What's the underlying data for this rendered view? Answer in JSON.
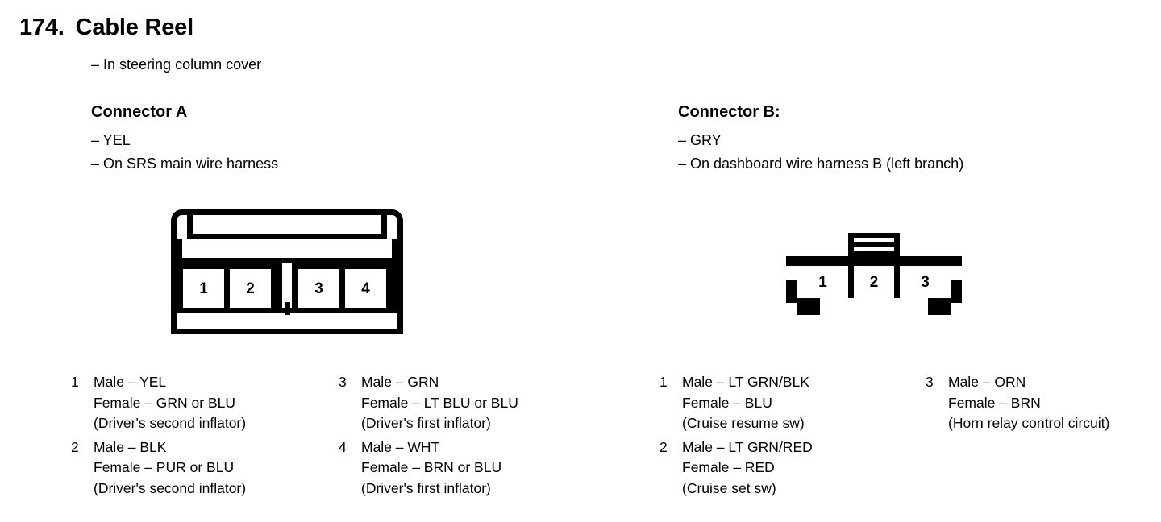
{
  "page": {
    "number": "174.",
    "title": "Cable Reel",
    "subtitle": "– In steering column cover"
  },
  "connector_a": {
    "heading": "Connector A",
    "notes": [
      "– YEL",
      "– On SRS main wire harness"
    ],
    "cavities": [
      "1",
      "2",
      "3",
      "4"
    ],
    "pins": [
      {
        "number": "1",
        "male": "Male – YEL",
        "female": "Female – GRN or BLU",
        "circuit": "(Driver's second inflator)"
      },
      {
        "number": "2",
        "male": "Male – BLK",
        "female": "Female – PUR or BLU",
        "circuit": "(Driver's second inflator)"
      },
      {
        "number": "3",
        "male": "Male – GRN",
        "female": "Female – LT BLU or BLU",
        "circuit": "(Driver's first inflator)"
      },
      {
        "number": "4",
        "male": "Male – WHT",
        "female": "Female – BRN or BLU",
        "circuit": "(Driver's first inflator)"
      }
    ]
  },
  "connector_b": {
    "heading": "Connector B:",
    "notes": [
      "– GRY",
      "– On dashboard wire harness B (left branch)"
    ],
    "cavities": [
      "1",
      "2",
      "3"
    ],
    "pins": [
      {
        "number": "1",
        "male": "Male – LT GRN/BLK",
        "female": "Female – BLU",
        "circuit": "(Cruise resume sw)"
      },
      {
        "number": "2",
        "male": "Male – LT GRN/RED",
        "female": "Female – RED",
        "circuit": "(Cruise set sw)"
      },
      {
        "number": "3",
        "male": "Male – ORN",
        "female": "Female – BRN",
        "circuit": "(Horn relay control circuit)"
      }
    ]
  },
  "colors": {
    "ink": "#000000",
    "paper": "#ffffff"
  }
}
